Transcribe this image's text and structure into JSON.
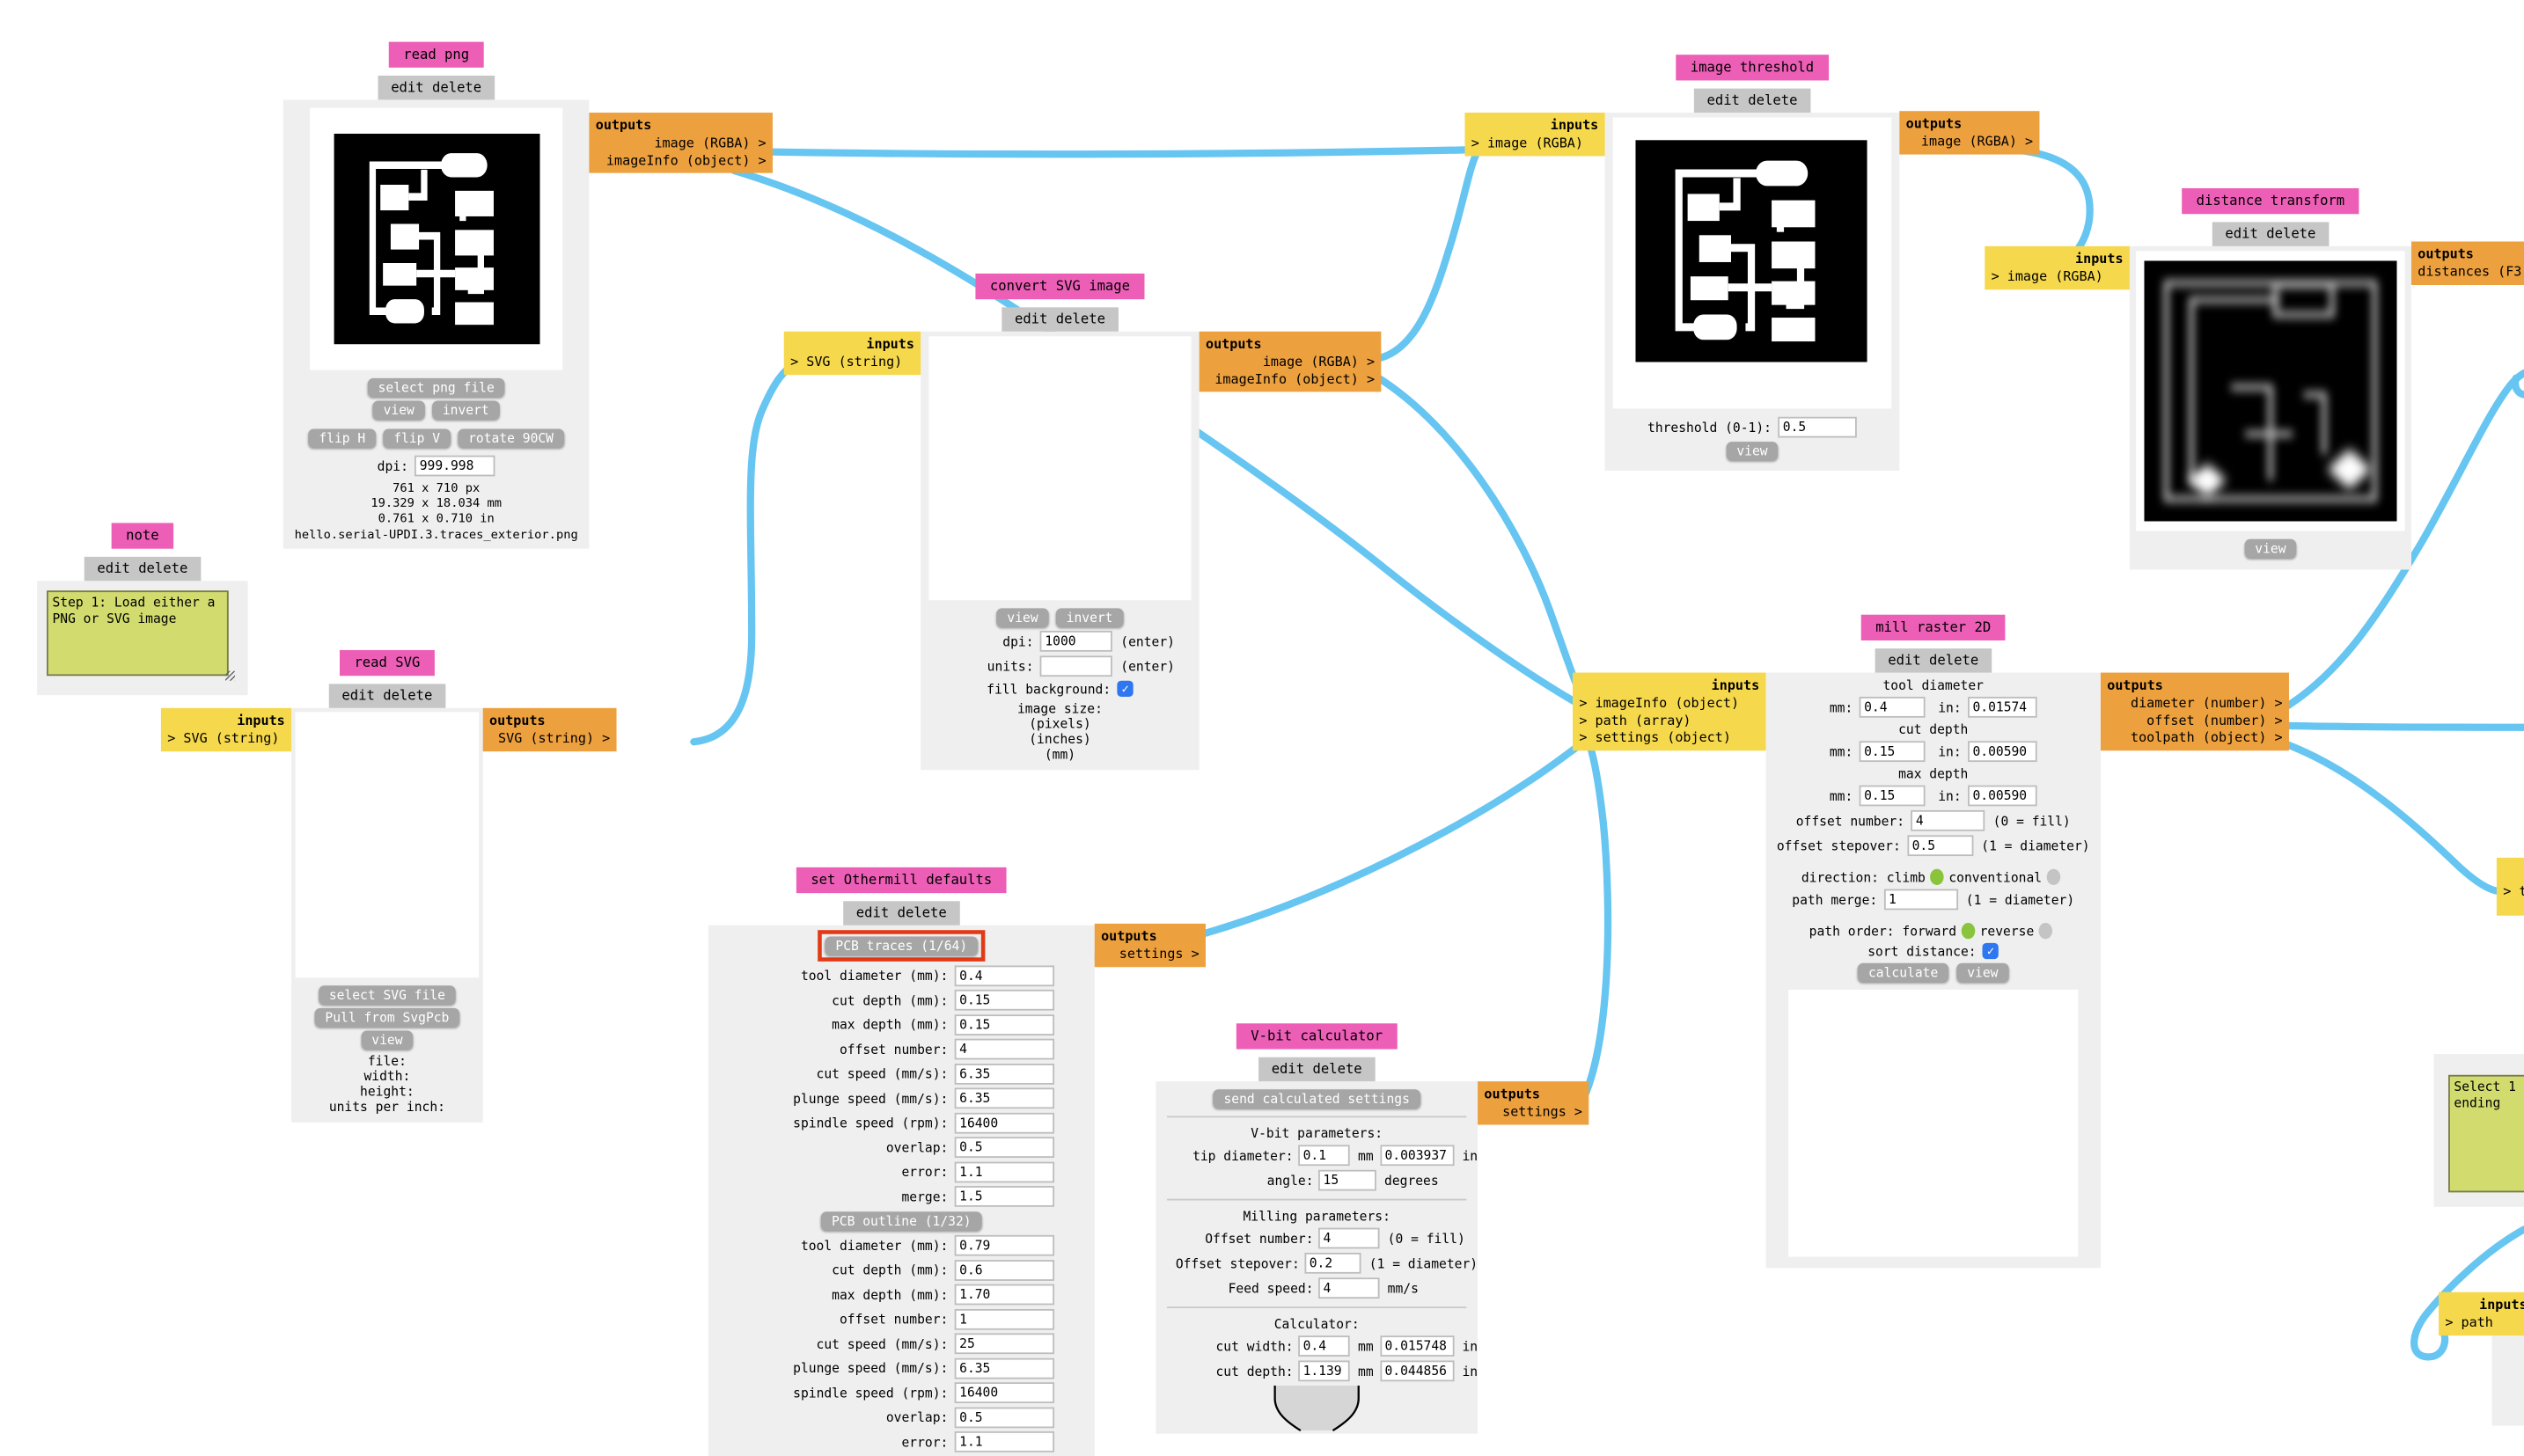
{
  "palette": {
    "node_title_bg": "#ed5eb7",
    "actions_bg": "#c6c6c6",
    "module_bg": "#efefef",
    "inputs_bg": "#f6d84c",
    "outputs_bg": "#eda03e",
    "wire": "#66c5f1",
    "note_bg": "#d2dc6e",
    "selected_border": "#e23a17",
    "radio_on": "#8ac43c",
    "checkbox": "#2f77f0"
  },
  "ui": {
    "check": "✓"
  },
  "nodes": {
    "read_png": {
      "title": "read png",
      "actions": "edit delete",
      "outputs": {
        "header": "outputs",
        "ports": [
          "image (RGBA) >",
          "imageInfo (object) >"
        ]
      },
      "buttons": {
        "select": "select png file",
        "view": "view",
        "invert": "invert",
        "flip_h": "flip H",
        "flip_v": "flip V",
        "rotate": "rotate 90CW"
      },
      "dpi": {
        "label": "dpi:",
        "value": "999.998"
      },
      "info": [
        "761 x 710 px",
        "19.329 x 18.034 mm",
        "0.761 x 0.710 in",
        "hello.serial-UPDI.3.traces_exterior.png"
      ]
    },
    "note": {
      "title": "note",
      "actions": "edit delete",
      "text": "Step 1: Load either a\nPNG or SVG image"
    },
    "read_svg": {
      "title": "read SVG",
      "actions": "edit delete",
      "inputs": {
        "header": "inputs",
        "ports": [
          "> SVG (string)"
        ]
      },
      "outputs": {
        "header": "outputs",
        "ports": [
          "SVG (string) >"
        ]
      },
      "buttons": {
        "select": "select SVG file",
        "pull": "Pull from SvgPcb",
        "view": "view"
      },
      "info": [
        "file:",
        "width:",
        "height:",
        "units per inch:"
      ]
    },
    "convert_svg": {
      "title": "convert SVG image",
      "actions": "edit delete",
      "inputs": {
        "header": "inputs",
        "ports": [
          "> SVG (string)"
        ]
      },
      "outputs": {
        "header": "outputs",
        "ports": [
          "image (RGBA) >",
          "imageInfo (object) >"
        ]
      },
      "buttons": {
        "view": "view",
        "invert": "invert"
      },
      "dpi": {
        "label": "dpi:",
        "value": "1000",
        "suffix": "(enter)"
      },
      "units": {
        "label": "units:",
        "value": "",
        "suffix": "(enter)"
      },
      "fill_background": {
        "label": "fill background:"
      },
      "size_lines": [
        "image size:",
        "(pixels)",
        "(inches)",
        "(mm)"
      ]
    },
    "image_threshold": {
      "title": "image threshold",
      "actions": "edit delete",
      "inputs": {
        "header": "inputs",
        "ports": [
          "> image (RGBA)"
        ]
      },
      "outputs": {
        "header": "outputs",
        "ports": [
          "image (RGBA) >"
        ]
      },
      "threshold": {
        "label": "threshold (0-1):",
        "value": "0.5"
      },
      "buttons": {
        "view": "view"
      }
    },
    "distance_transform": {
      "title": "distance transform",
      "actions": "edit delete",
      "inputs": {
        "header": "inputs",
        "ports": [
          "> image (RGBA)"
        ]
      },
      "outputs": {
        "header": "outputs",
        "ports": [
          "distances (F3"
        ]
      },
      "buttons": {
        "view": "view"
      }
    },
    "mill_raster": {
      "title": "mill raster 2D",
      "actions": "edit delete",
      "inputs": {
        "header": "inputs",
        "ports": [
          "> imageInfo (object)",
          "> path (array)",
          "> settings (object)"
        ]
      },
      "outputs": {
        "header": "outputs",
        "ports": [
          "diameter (number) >",
          "offset (number) >",
          "toolpath (object) >"
        ]
      },
      "tool_diameter": {
        "heading": "tool diameter",
        "mm_label": "mm:",
        "mm": "0.4",
        "in_label": "in:",
        "in": "0.01574"
      },
      "cut_depth": {
        "heading": "cut depth",
        "mm_label": "mm:",
        "mm": "0.15",
        "in_label": "in:",
        "in": "0.00590"
      },
      "max_depth": {
        "heading": "max depth",
        "mm_label": "mm:",
        "mm": "0.15",
        "in_label": "in:",
        "in": "0.00590"
      },
      "offset_number": {
        "label": "offset number:",
        "value": "4",
        "suffix": "(0 = fill)"
      },
      "offset_stepover": {
        "label": "offset stepover:",
        "value": "0.5",
        "suffix": "(1 = diameter)"
      },
      "direction": {
        "label": "direction: climb",
        "opt2": "conventional"
      },
      "path_merge": {
        "label": "path merge:",
        "value": "1",
        "suffix": "(1 = diameter)"
      },
      "path_order": {
        "label": "path order: forward",
        "opt2": "reverse"
      },
      "sort_distance": {
        "label": "sort distance:"
      },
      "buttons": {
        "calculate": "calculate",
        "view": "view"
      }
    },
    "othermill": {
      "title": "set Othermill defaults",
      "actions": "edit delete",
      "outputs": {
        "header": "outputs",
        "ports": [
          "settings >"
        ]
      },
      "buttons": {
        "traces": "PCB traces (1/64)",
        "outline": "PCB outline (1/32)"
      },
      "traces_fields": [
        {
          "label": "tool diameter (mm):",
          "value": "0.4"
        },
        {
          "label": "cut depth (mm):",
          "value": "0.15"
        },
        {
          "label": "max depth (mm):",
          "value": "0.15"
        },
        {
          "label": "offset number:",
          "value": "4"
        },
        {
          "label": "cut speed (mm/s):",
          "value": "6.35"
        },
        {
          "label": "plunge speed (mm/s):",
          "value": "6.35"
        },
        {
          "label": "spindle speed (rpm):",
          "value": "16400"
        },
        {
          "label": "overlap:",
          "value": "0.5"
        },
        {
          "label": "error:",
          "value": "1.1"
        },
        {
          "label": "merge:",
          "value": "1.5"
        }
      ],
      "outline_fields": [
        {
          "label": "tool diameter (mm):",
          "value": "0.79"
        },
        {
          "label": "cut depth (mm):",
          "value": "0.6"
        },
        {
          "label": "max depth (mm):",
          "value": "1.70"
        },
        {
          "label": "offset number:",
          "value": "1"
        },
        {
          "label": "cut speed (mm/s):",
          "value": "25"
        },
        {
          "label": "plunge speed (mm/s):",
          "value": "6.35"
        },
        {
          "label": "spindle speed (rpm):",
          "value": "16400"
        },
        {
          "label": "overlap:",
          "value": "0.5"
        },
        {
          "label": "error:",
          "value": "1.1"
        }
      ]
    },
    "vbit": {
      "title": "V-bit calculator",
      "actions": "edit delete",
      "outputs": {
        "header": "outputs",
        "ports": [
          "settings >"
        ]
      },
      "send_button": "send calculated settings",
      "vparams_heading": "V-bit parameters:",
      "tip": {
        "label": "tip diameter:",
        "mm": "0.1",
        "mm_unit": "mm",
        "in": "0.003937",
        "in_unit": "in"
      },
      "angle": {
        "label": "angle:",
        "value": "15",
        "unit": "degrees"
      },
      "milling_heading": "Milling parameters:",
      "offset_number": {
        "label": "Offset number:",
        "value": "4",
        "suffix": "(0 = fill)"
      },
      "offset_stepover": {
        "label": "Offset stepover:",
        "value": "0.2",
        "suffix": "(1 = diameter)"
      },
      "feed": {
        "label": "Feed speed:",
        "value": "4",
        "unit": "mm/s"
      },
      "calc_heading": "Calculator:",
      "cut_width": {
        "label": "cut width:",
        "mm": "0.4",
        "mm_unit": "mm",
        "in": "0.015748",
        "in_unit": "in"
      },
      "cut_depth": {
        "label": "cut depth:",
        "mm": "1.139",
        "mm_unit": "mm",
        "in": "0.044856",
        "in_unit": "in"
      }
    },
    "partials": {
      "distances_note": "",
      "toolpath_stub_port": "> t",
      "select_note_text": "Select 1\nending",
      "path_inputs": {
        "header": "inputs",
        "port": "> path"
      }
    }
  }
}
